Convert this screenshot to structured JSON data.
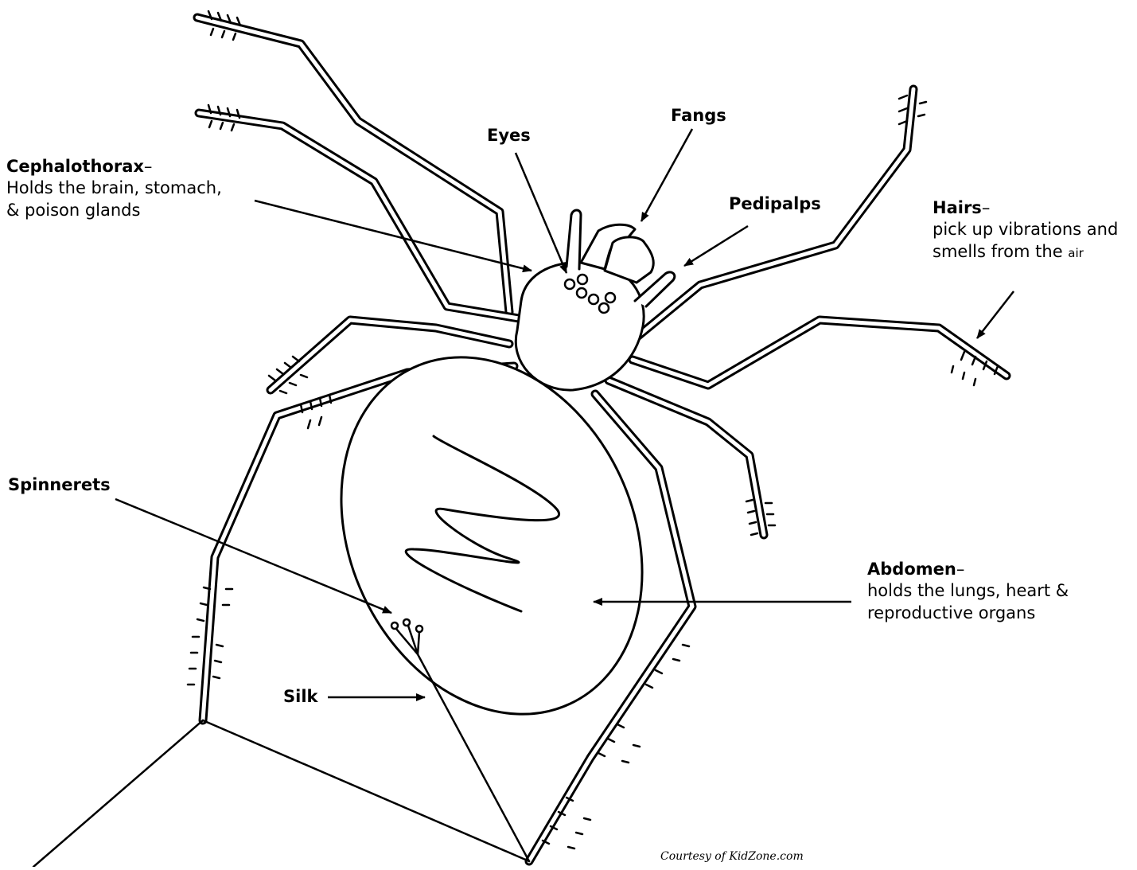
{
  "labels": {
    "cephalothorax": {
      "title": "Cephalothorax",
      "dash": "–",
      "line1": "Holds the brain, stomach,",
      "line2": "& poison glands"
    },
    "eyes": {
      "title": "Eyes"
    },
    "fangs": {
      "title": "Fangs"
    },
    "pedipalps": {
      "title": "Pedipalps"
    },
    "hairs": {
      "title": "Hairs",
      "dash": "–",
      "line1": "pick up vibrations and",
      "line2_main": "smells from the ",
      "line2_small": "air"
    },
    "spinnerets": {
      "title": "Spinnerets"
    },
    "abdomen": {
      "title": "Abdomen",
      "dash": "–",
      "line1": "holds the lungs, heart &",
      "line2": "reproductive organs"
    },
    "silk": {
      "title": "Silk"
    }
  },
  "credit": "Courtesy of  KidZone.com",
  "colors": {
    "line": "#000000",
    "background": "#ffffff"
  }
}
